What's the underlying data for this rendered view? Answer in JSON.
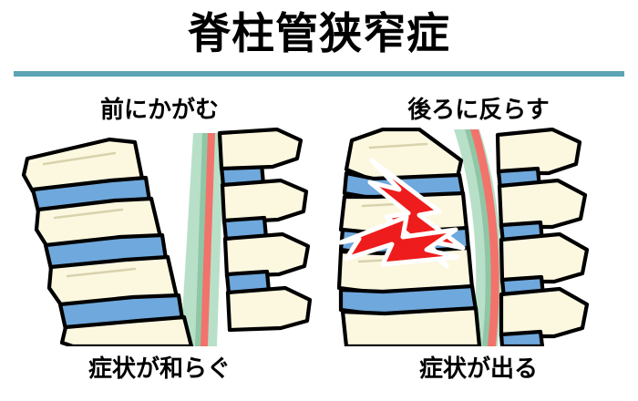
{
  "header": {
    "title": "脊柱管狭窄症",
    "rule_color": "#5ba3b5"
  },
  "palette": {
    "background": "#ffffff",
    "bone": "#fcf8e0",
    "bone_outline": "#000000",
    "disc": "#6fa8dc",
    "canal_outer": "#b8e0c8",
    "canal_inner": "#8fc7a6",
    "spinal_cord": "#f2736b",
    "pain_bolt": "#ee1c1c",
    "pain_bolt_outline": "#ffffff",
    "text": "#000000"
  },
  "panels": [
    {
      "id": "flexion",
      "caption_top": "前にかがむ",
      "caption_bottom": "症状が和らぐ",
      "pain_bolts": 0
    },
    {
      "id": "extension",
      "caption_top": "後ろに反らす",
      "caption_bottom": "症状が出る",
      "pain_bolts": 2
    }
  ]
}
